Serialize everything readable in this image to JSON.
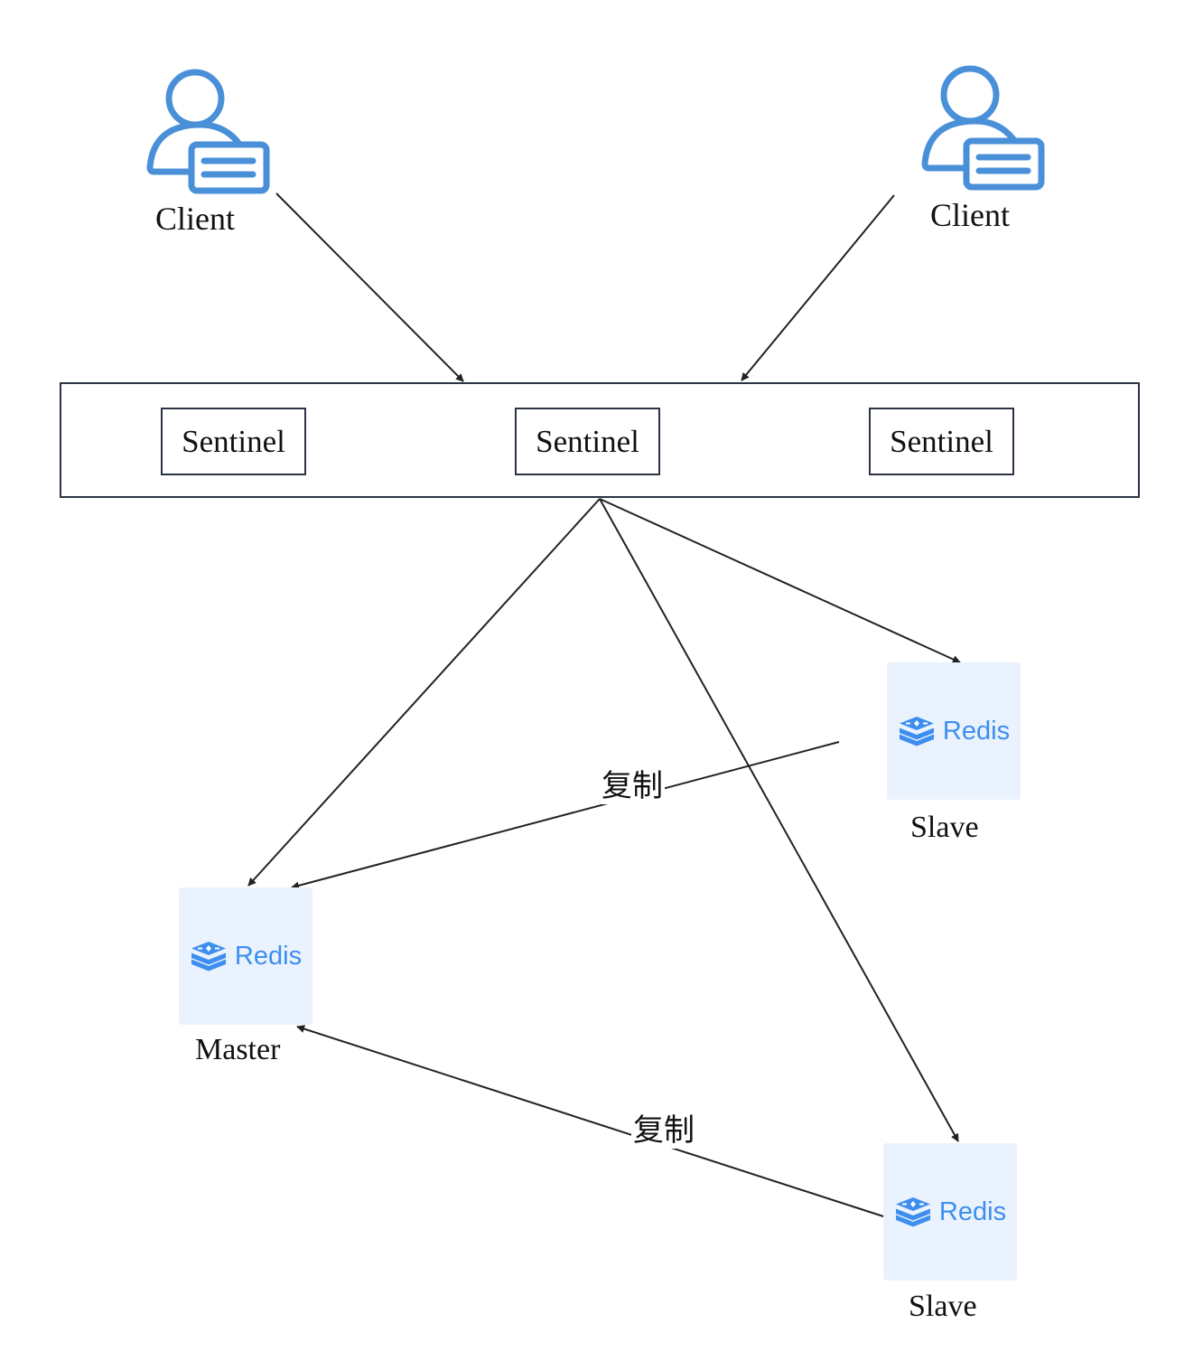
{
  "clients": [
    {
      "id": "client-left",
      "label": "Client"
    },
    {
      "id": "client-right",
      "label": "Client"
    }
  ],
  "sentinels": [
    {
      "id": "sentinel-1",
      "label": "Sentinel"
    },
    {
      "id": "sentinel-2",
      "label": "Sentinel"
    },
    {
      "id": "sentinel-3",
      "label": "Sentinel"
    }
  ],
  "nodes": {
    "master": {
      "brand": "Redis",
      "label": "Master"
    },
    "slave_top": {
      "brand": "Redis",
      "label": "Slave"
    },
    "slave_bottom": {
      "brand": "Redis",
      "label": "Slave"
    }
  },
  "edges": [
    {
      "from": "client-left",
      "to": "sentinel-cluster"
    },
    {
      "from": "client-right",
      "to": "sentinel-cluster"
    },
    {
      "from": "sentinel-cluster",
      "to": "master"
    },
    {
      "from": "sentinel-cluster",
      "to": "slave_top"
    },
    {
      "from": "sentinel-cluster",
      "to": "slave_bottom"
    },
    {
      "from": "slave_top",
      "to": "master",
      "label": "复制"
    },
    {
      "from": "slave_bottom",
      "to": "master",
      "label": "复制"
    }
  ],
  "colors": {
    "icon_blue": "#4a90d9",
    "redis_blue": "#3d8ef0",
    "tile_bg": "#eaf3fd",
    "border": "#2b3345",
    "edge": "#222222"
  }
}
